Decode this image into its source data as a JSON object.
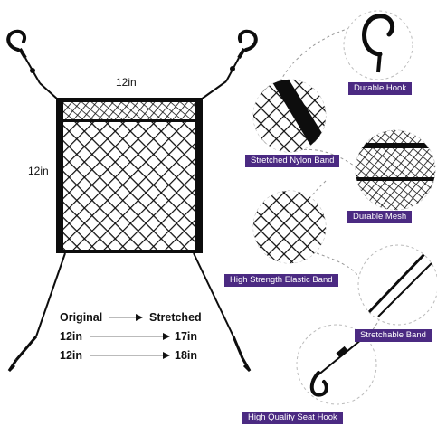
{
  "dimensions": {
    "width_label": "12in",
    "height_label": "12in"
  },
  "stretch_table": {
    "header_left": "Original",
    "header_right": "Stretched",
    "rows": [
      {
        "from": "12in",
        "to": "17in"
      },
      {
        "from": "12in",
        "to": "18in"
      }
    ]
  },
  "features": [
    {
      "name": "Durable Hook"
    },
    {
      "name": "Stretched Nylon Band"
    },
    {
      "name": "Durable Mesh"
    },
    {
      "name": "High Strength Elastic Band"
    },
    {
      "name": "Stretchable Band"
    },
    {
      "name": "High Quality Seat Hook"
    }
  ],
  "colors": {
    "label_bg": "#4b2a82",
    "label_text": "#ffffff",
    "product": "#0d0d0d"
  }
}
